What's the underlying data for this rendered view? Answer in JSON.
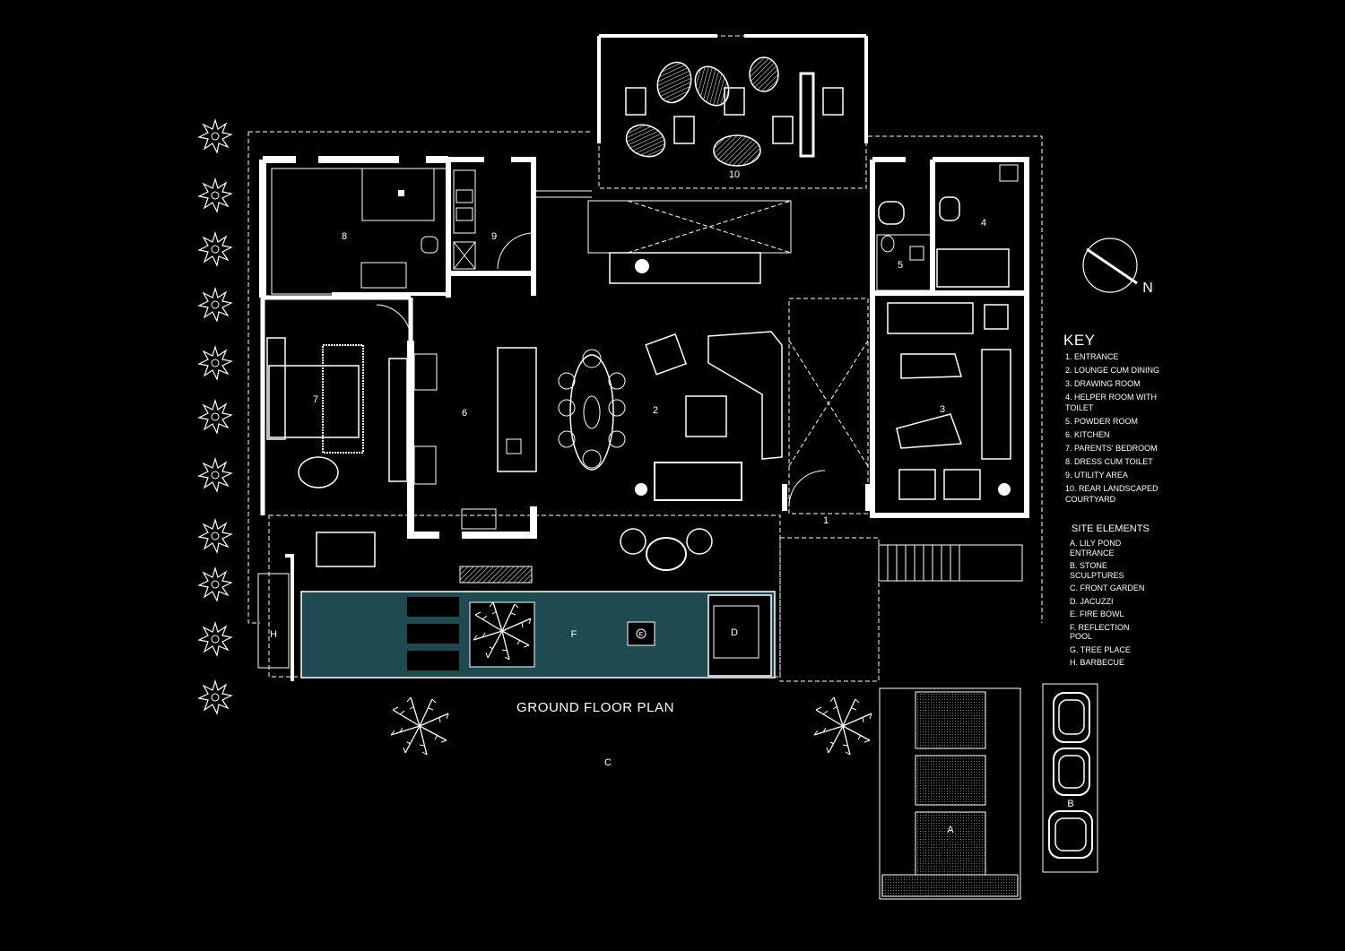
{
  "plan_title": "GROUND FLOOR PLAN",
  "key": {
    "title": "KEY",
    "items": [
      "1. ENTRANCE",
      "2. LOUNGE CUM DINING",
      "3. DRAWING ROOM",
      "4. HELPER ROOM WITH\n    TOILET",
      "5. POWDER ROOM",
      "6. KITCHEN",
      "7. PARENTS' BEDROOM",
      "8. DRESS CUM TOILET",
      "9. UTILITY AREA",
      "10. REAR LANDSCAPED\n     COURTYARD"
    ]
  },
  "site_elements": {
    "title": "SITE ELEMENTS",
    "items": [
      "A. LILY POND\n    ENTRANCE",
      "B. STONE\n    SCULPTURES",
      "C. FRONT GARDEN",
      "D. JACUZZI",
      "E. FIRE BOWL",
      "F. REFLECTION\n    POOL",
      "G. TREE PLACE",
      "H. BARBECUE"
    ]
  },
  "room_labels": {
    "r1": "1",
    "r2": "2",
    "r3": "3",
    "r4": "4",
    "r5": "5",
    "r6": "6",
    "r7": "7",
    "r8": "8",
    "r9": "9",
    "r10": "10"
  },
  "site_labels": {
    "a": "A",
    "b": "B",
    "c": "C",
    "d": "D",
    "e": "E",
    "f": "F",
    "h": "H"
  },
  "north_label": "N",
  "colors": {
    "background": "#000000",
    "lines": "#ffffff",
    "pool": "#1f4a52"
  }
}
